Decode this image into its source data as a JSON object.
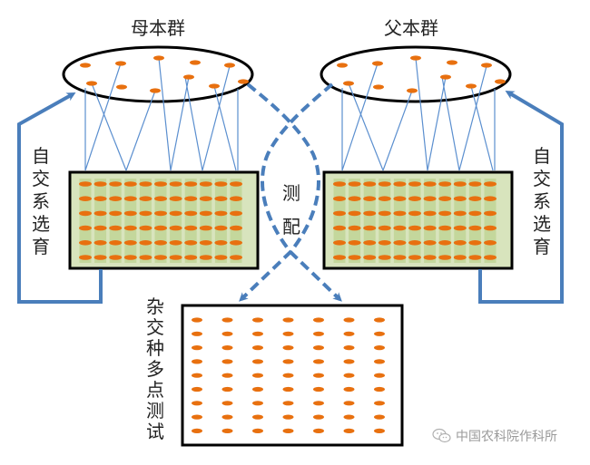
{
  "labels": {
    "female_pool": "母本群",
    "male_pool": "父本群",
    "left_selfing": "自交系选育",
    "right_selfing": "自交系选育",
    "testcross_1": "测",
    "testcross_2": "配",
    "hybrid_trial": "杂交种多点测试"
  },
  "watermark": {
    "icon": "wechat-icon",
    "text": "中国农科院作科所"
  },
  "colors": {
    "arrow_blue": "#4a7ebb",
    "thin_line_blue": "#5b8fcf",
    "dot_orange": "#e8700f",
    "field_fill": "#d8e4bd",
    "field_strip": "#c4d79c",
    "outline": "#000000"
  },
  "fields": {
    "inbred_columns": 11,
    "inbred_rows": 6,
    "hybrid_columns": 7,
    "hybrid_rows": 9
  }
}
